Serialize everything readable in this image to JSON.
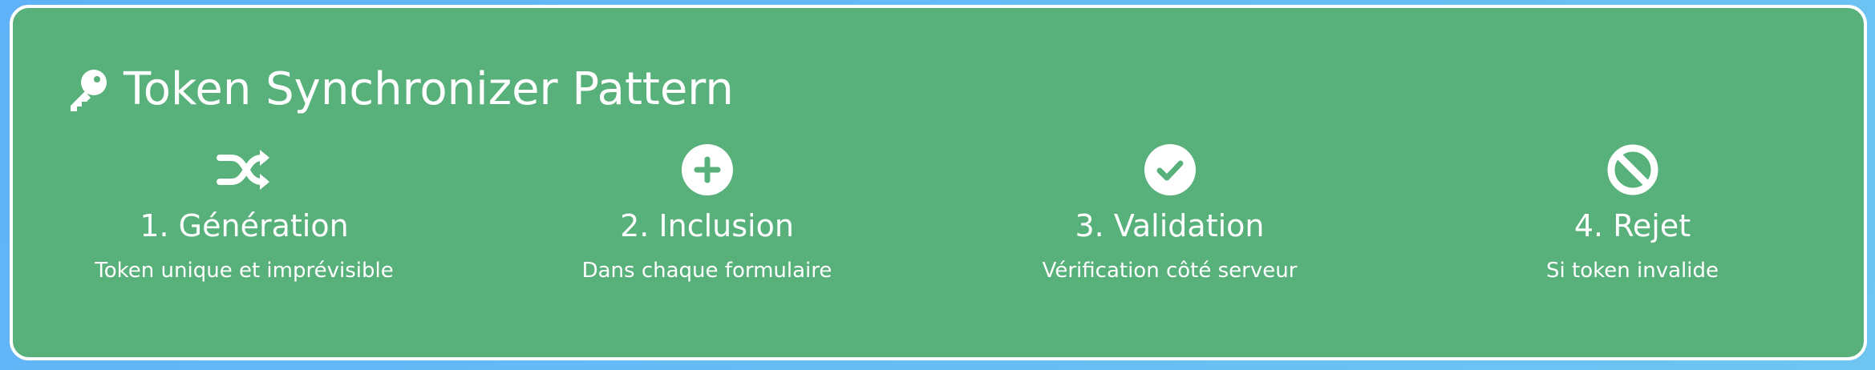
{
  "header": {
    "title": "Token Synchronizer Pattern",
    "icon": "key-icon"
  },
  "steps": [
    {
      "icon": "shuffle-icon",
      "title": "1. Génération",
      "description": "Token unique et imprévisible"
    },
    {
      "icon": "plus-circle-icon",
      "title": "2. Inclusion",
      "description": "Dans chaque formulaire"
    },
    {
      "icon": "check-circle-icon",
      "title": "3. Validation",
      "description": "Vérification côté serveur"
    },
    {
      "icon": "ban-icon",
      "title": "4. Rejet",
      "description": "Si token invalide"
    }
  ],
  "colors": {
    "background": "#6ab6f3",
    "card": "#58b07a",
    "text": "#ffffff",
    "border": "#ffffff"
  }
}
